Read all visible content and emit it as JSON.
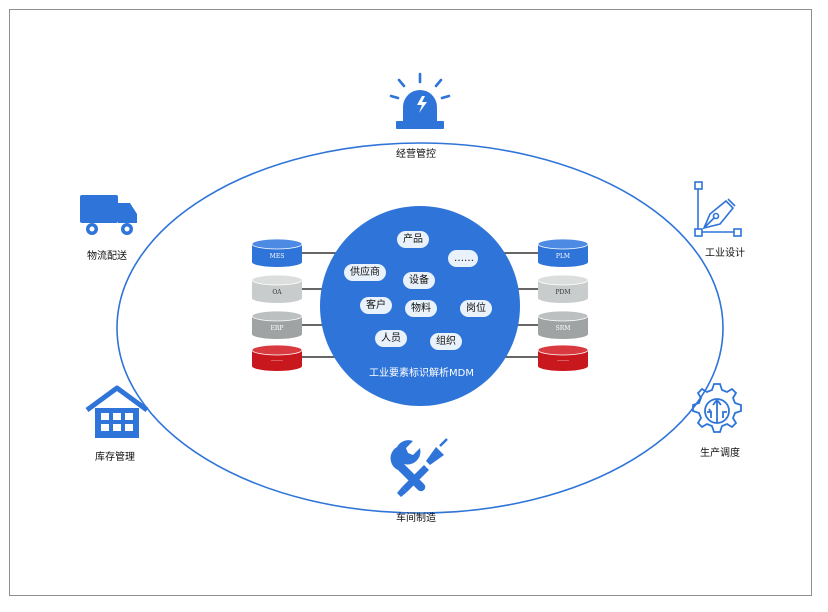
{
  "outer_nodes": {
    "top": "经营管控",
    "left_upper": "物流配送",
    "right_upper": "工业设计",
    "left_lower": "库存管理",
    "right_lower": "生产调度",
    "bottom": "车间制造"
  },
  "center": {
    "title": "工业要素标识解析MDM",
    "pills": [
      "产品",
      "……",
      "供应商",
      "设备",
      "客户",
      "物料",
      "岗位",
      "人员",
      "组织"
    ]
  },
  "left_dbs": [
    "MES",
    "OA",
    "ERP",
    "……"
  ],
  "right_dbs": [
    "PLM",
    "PDM",
    "SRM",
    "……"
  ],
  "colors": {
    "blue": "#2f74d8",
    "gray": "#c9cccc",
    "red": "#c8181e"
  }
}
